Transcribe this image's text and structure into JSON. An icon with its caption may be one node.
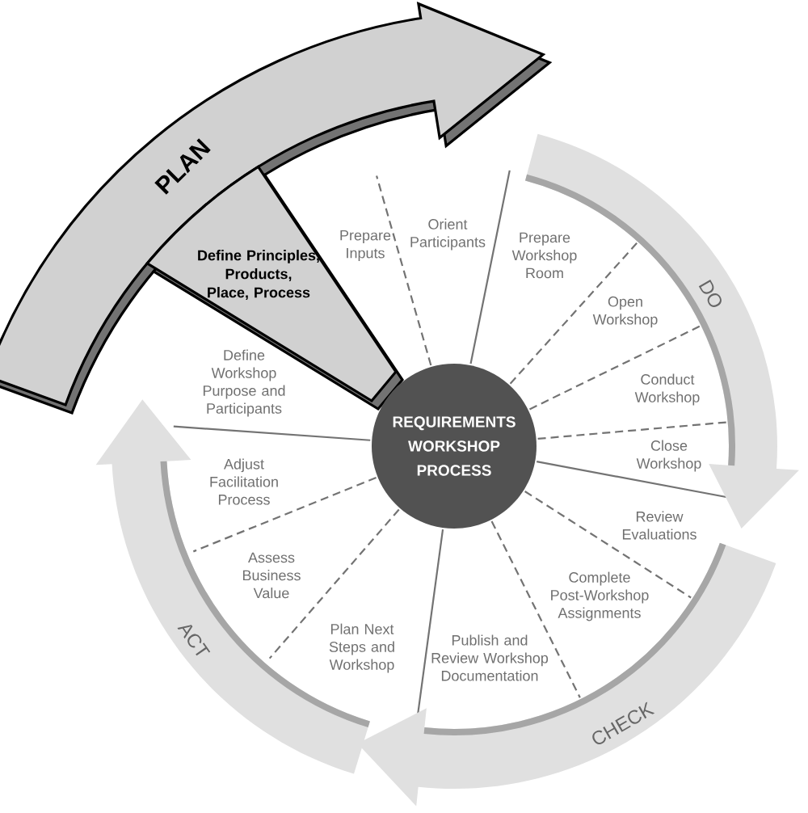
{
  "diagram": {
    "nodes": [
      {
        "text": [
          "PLAN"
        ]
      },
      {
        "text": [
          "Define Principles, Products, Place, Process"
        ]
      },
      {
        "text": [
          "DO"
        ]
      },
      {
        "text": [
          "CHECK"
        ]
      },
      {
        "text": [
          "ACT"
        ]
      },
      {
        "text": [
          "REQUIREMENTS WORKSHOP PROCESS"
        ]
      }
    ],
    "labels": [
      "Orient Participants",
      "Prepare Inputs",
      "Prepare Workshop Room",
      "Open Workshop",
      "Conduct Workshop",
      "Close Workshop",
      "Review Evaluations",
      "Complete Post-Workshop Assignments",
      "Publish and Review Workshop Documentation",
      "Plan Next Steps and Workshop",
      "Assess Business Value",
      "Adjust Facilitation Process",
      "Define Workshop Purpose and Participants"
    ]
  }
}
